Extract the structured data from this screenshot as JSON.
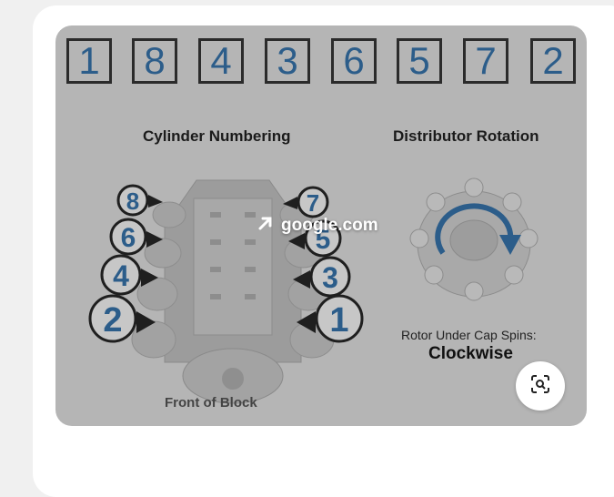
{
  "firing_order": [
    "1",
    "8",
    "4",
    "3",
    "6",
    "5",
    "7",
    "2"
  ],
  "headings": {
    "cylinder_numbering": "Cylinder Numbering",
    "distributor_rotation": "Distributor Rotation"
  },
  "left_bank": [
    "8",
    "6",
    "4",
    "2"
  ],
  "right_bank": [
    "7",
    "5",
    "3",
    "1"
  ],
  "rotor": {
    "label": "Rotor Under Cap Spins:",
    "direction": "Clockwise"
  },
  "front_label": "Front of Block",
  "overlay": {
    "source": "google.com",
    "icon": "arrow-up-right-icon"
  },
  "lens_button": {
    "icon": "lens-search-icon"
  }
}
